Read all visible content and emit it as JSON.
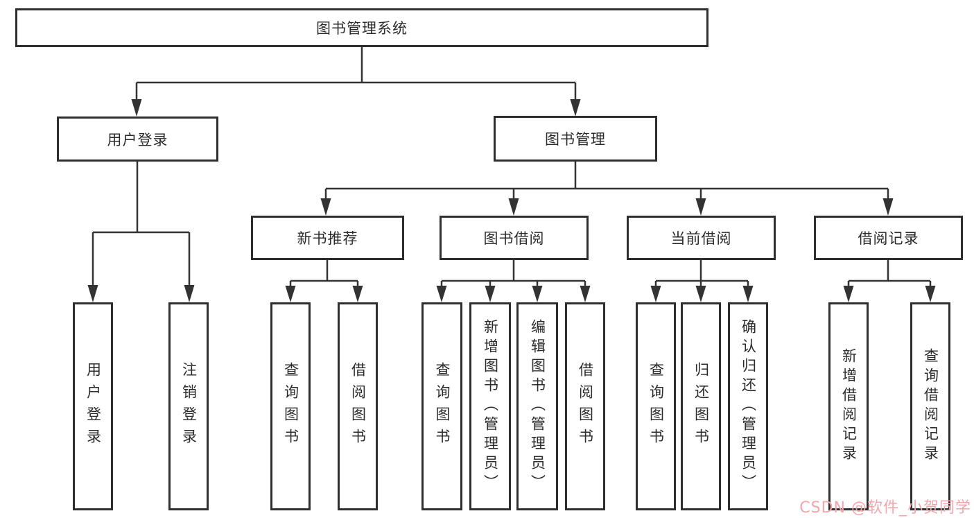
{
  "diagram": {
    "title": "图书管理系统",
    "level2": [
      {
        "label": "用户登录",
        "children": [
          "用户登录",
          "注销登录"
        ]
      },
      {
        "label": "图书管理"
      }
    ],
    "level3": [
      {
        "label": "新书推荐",
        "children": [
          "查询图书",
          "借阅图书"
        ]
      },
      {
        "label": "图书借阅",
        "children": [
          "查询图书",
          "新增图书（管理员）",
          "编辑图书（管理员）",
          "借阅图书"
        ]
      },
      {
        "label": "当前借阅",
        "children": [
          "查询图书",
          "归还图书",
          "确认归还（管理员）"
        ]
      },
      {
        "label": "借阅记录",
        "children": [
          "新增借阅记录",
          "查询借阅记录"
        ]
      }
    ]
  },
  "watermark": {
    "text": "CSDN @软件_小贺同学",
    "color": "#F4A6AC"
  },
  "colors": {
    "line": "#333333",
    "box_border": "#2E2E2E",
    "text": "#2B2B2B",
    "background": "#FFFFFF"
  }
}
